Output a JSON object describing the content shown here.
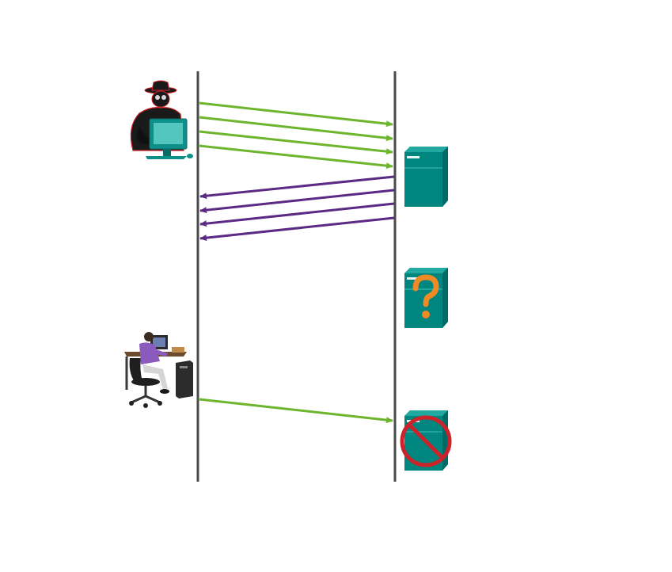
{
  "diagram": {
    "type": "sequence",
    "description_free": true,
    "actors": [
      {
        "name": "attacker",
        "icon": "hacker-at-computer-icon",
        "side": "left"
      },
      {
        "name": "legitimate-user",
        "icon": "user-at-workstation-icon",
        "side": "left"
      }
    ],
    "server_states": [
      {
        "state": "normal",
        "icon": "server-icon"
      },
      {
        "state": "overwhelmed",
        "icon": "server-question-icon"
      },
      {
        "state": "denied",
        "icon": "server-prohibited-icon"
      }
    ],
    "messages": [
      {
        "from": "attacker",
        "to": "server",
        "kind": "request"
      },
      {
        "from": "attacker",
        "to": "server",
        "kind": "request"
      },
      {
        "from": "attacker",
        "to": "server",
        "kind": "request"
      },
      {
        "from": "attacker",
        "to": "server",
        "kind": "request"
      },
      {
        "from": "server",
        "to": "attacker",
        "kind": "response"
      },
      {
        "from": "server",
        "to": "attacker",
        "kind": "response"
      },
      {
        "from": "server",
        "to": "attacker",
        "kind": "response"
      },
      {
        "from": "server",
        "to": "attacker",
        "kind": "response"
      },
      {
        "from": "legitimate-user",
        "to": "server",
        "kind": "request"
      }
    ],
    "colors": {
      "lifeline": "#4a4a4a",
      "request_arrow": "#6cb52d",
      "response_arrow": "#5b2a84",
      "server_teal": "#00857f",
      "question_mark": "#f08a24",
      "prohibit_sign": "#cc2229"
    }
  }
}
